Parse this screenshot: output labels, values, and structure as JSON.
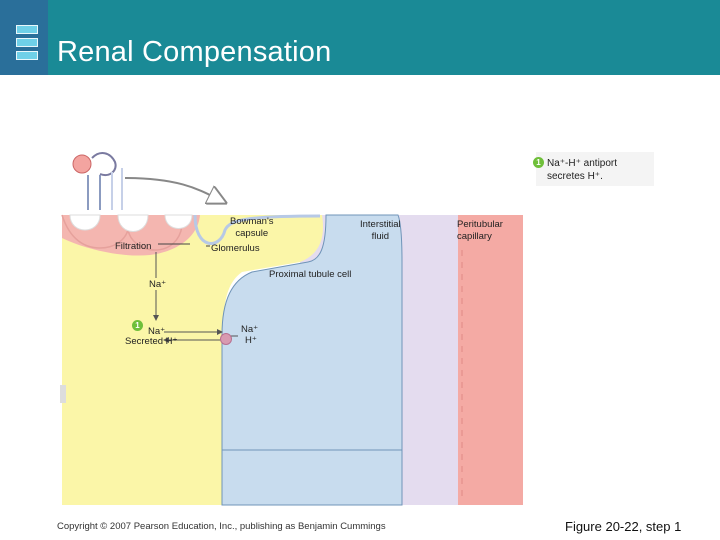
{
  "header": {
    "title": "Renal Compensation",
    "colors": {
      "bar": "#1a8a96",
      "logo_strip": "#2a6f9a",
      "logo_accent": "#6fd0e8"
    },
    "logo_icon": "stacked-bars-icon"
  },
  "callout": {
    "step": "1",
    "line1": "Na⁺-H⁺ antiport",
    "line2": "secretes H⁺."
  },
  "diagram": {
    "labels": {
      "bowmans_capsule_1": "Bowman's",
      "bowmans_capsule_2": "capsule",
      "interstitial_1": "Interstitial",
      "interstitial_2": "fluid",
      "peritubular_1": "Peritubular",
      "peritubular_2": "capillary",
      "filtration": "Filtration",
      "glomerulus": "Glomerulus",
      "proximal_tubule_cell": "Proximal tubule cell",
      "na_lumen": "Na⁺",
      "step_marker": "1",
      "na_secreted": "Na⁺",
      "secreted_h": "Secreted H⁺",
      "na_cell": "Na⁺",
      "h_cell": "H⁺"
    },
    "colors": {
      "lumen": "#fbf6a8",
      "glomerulus": "#f4b6b0",
      "interstitial": "#e4dcef",
      "tubule_cell": "#c8dcee",
      "capillary": "#f4aaa4",
      "transporter": "#d89ab0",
      "step_badge": "#6fbf3a"
    }
  },
  "footer": {
    "copyright": "Copyright © 2007 Pearson Education, Inc., publishing as Benjamin Cummings",
    "figure": "Figure 20-22, step 1"
  }
}
